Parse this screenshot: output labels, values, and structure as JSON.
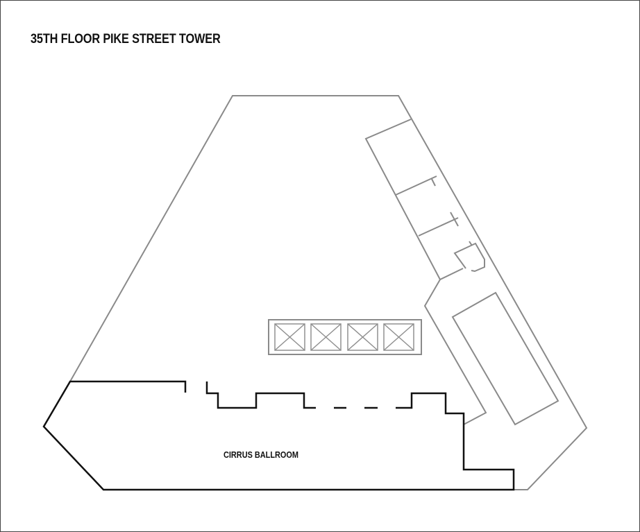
{
  "title": "35TH FLOOR PIKE STREET TOWER",
  "rooms": [
    {
      "name": "CIRRUS BALLROOM"
    }
  ],
  "elevators": {
    "count": 4
  },
  "colors": {
    "background": "#ffffff",
    "frame": "#444444",
    "wall": "#8a8a8a",
    "elevator": "#909090",
    "ballroom_outline": "#111111",
    "text": "#111111"
  }
}
